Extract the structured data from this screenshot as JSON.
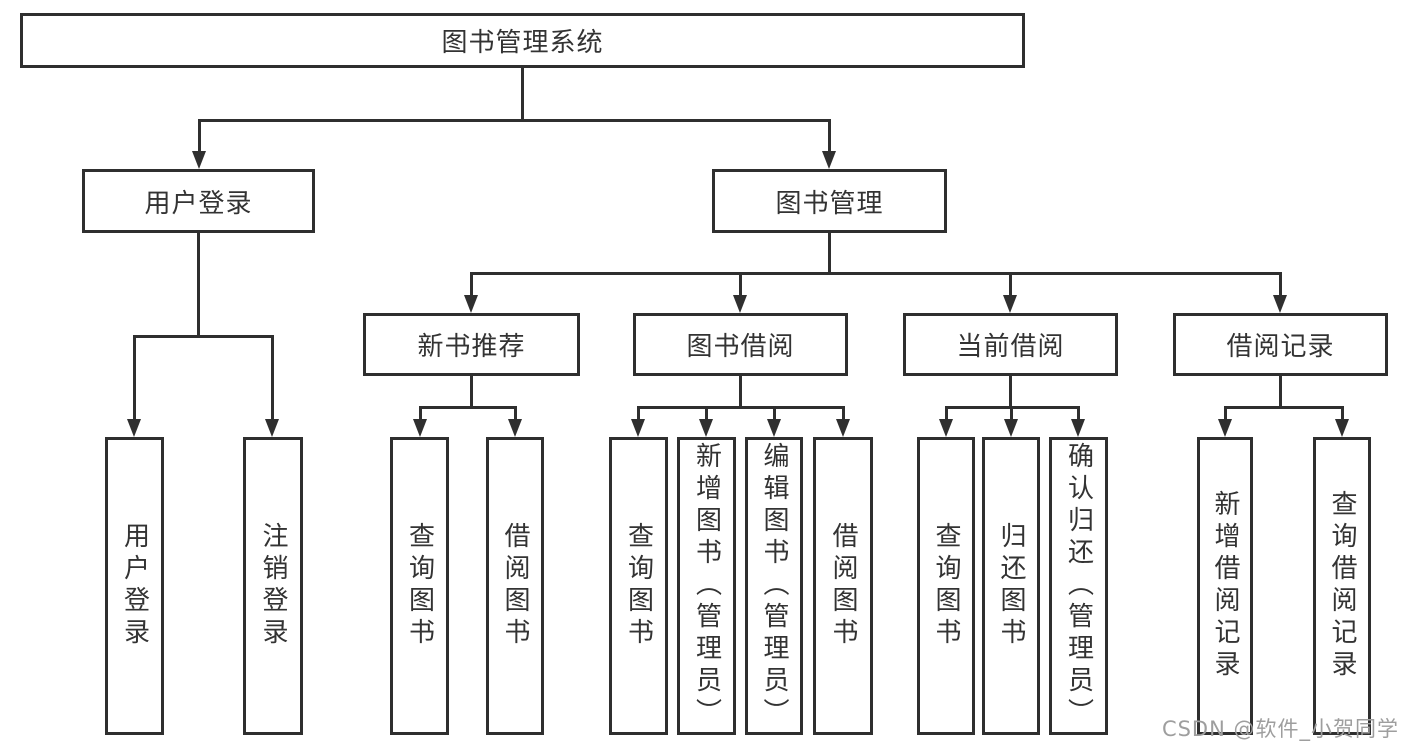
{
  "tree": {
    "root": "图书管理系统",
    "level2": [
      "用户登录",
      "图书管理"
    ],
    "level3": [
      "新书推荐",
      "图书借阅",
      "当前借阅",
      "借阅记录"
    ],
    "leaves": [
      "用户登录",
      "注销登录",
      "查询图书",
      "借阅图书",
      "查询图书",
      "新增图书（管理员）",
      "编辑图书（管理员）",
      "借阅图书",
      "查询图书",
      "归还图书",
      "确认归还（管理员）",
      "新增借阅记录",
      "查询借阅记录"
    ]
  },
  "watermark": "CSDN @软件_小贺同学",
  "colors": {
    "line": "#2f2f2f",
    "text": "#333333",
    "watermark": "#9e9e9e",
    "background": "#ffffff"
  }
}
